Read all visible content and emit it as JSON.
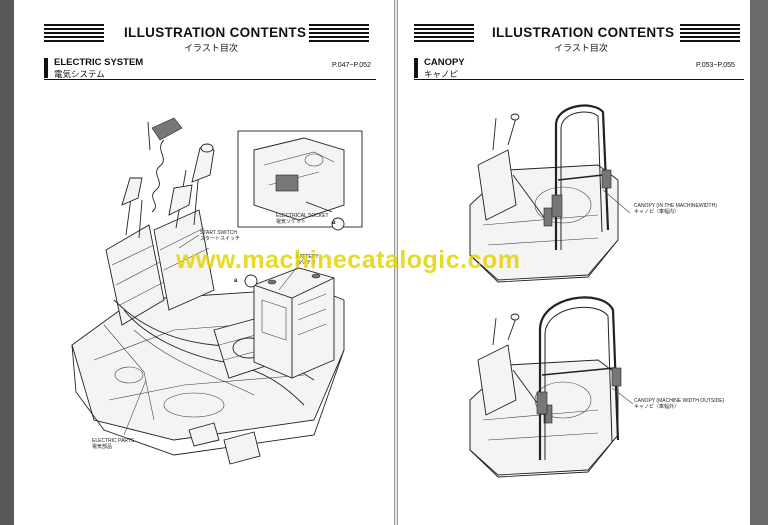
{
  "header": {
    "title_en": "ILLUSTRATION CONTENTS",
    "title_jp": "イラスト目次"
  },
  "left_page": {
    "section_en": "ELECTRIC SYSTEM",
    "section_jp": "電気システム",
    "page_range": "P.047~P.052",
    "callouts": {
      "start_switch_en": "START SWITCH",
      "start_switch_jp": "スタートスイッチ",
      "electrical_socket_en": "ELECTRICAL SOCKET",
      "electrical_socket_jp": "電気ソケット",
      "battery_en": "BATTERY",
      "battery_jp": "バッテリ",
      "electric_parts_en": "ELECTRIC PARTS",
      "electric_parts_jp": "電気部品",
      "detail_marker": "a"
    }
  },
  "right_page": {
    "section_en": "CANOPY",
    "section_jp": "キャノピ",
    "page_range": "P.053~P.055",
    "callouts": {
      "canopy_in_en": "CANOPY (IN THE MACHINEWIDTH)",
      "canopy_in_jp": "キャノピ（車幅内）",
      "canopy_out_en": "CANOPY (MACHINE WIDTH OUTSIDE)",
      "canopy_out_jp": "キャノピ（車幅外）"
    }
  },
  "watermark": "www.machinecatalogic.com"
}
